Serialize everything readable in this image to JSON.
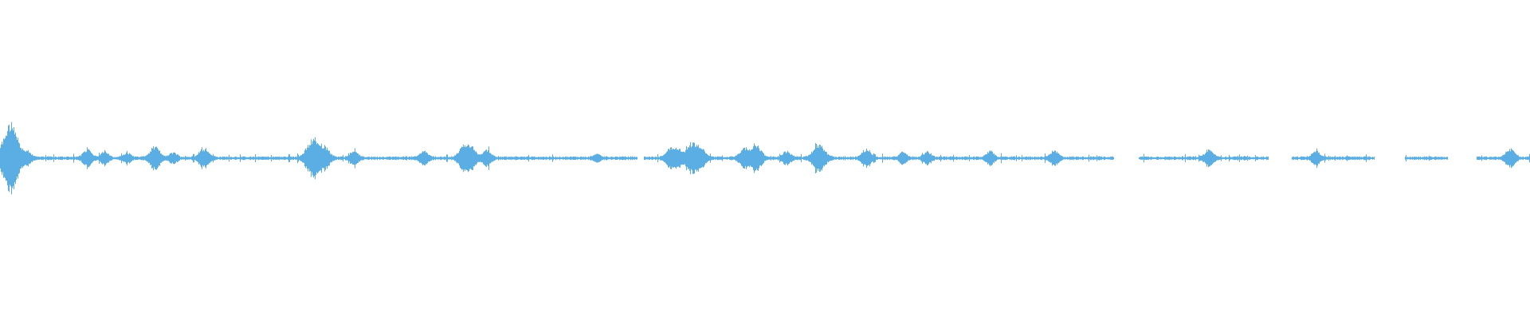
{
  "waveform": {
    "color": "#5aaee3",
    "background": "#ffffff",
    "silent_ranges": [
      [
        0.4165,
        0.4205
      ],
      [
        0.728,
        0.744
      ],
      [
        0.829,
        0.844
      ],
      [
        0.898,
        0.918
      ],
      [
        0.946,
        0.965
      ]
    ],
    "peaks": [
      {
        "t": 0.006,
        "a": 1.0
      },
      {
        "t": 0.0085,
        "a": 0.45
      },
      {
        "t": 0.018,
        "a": 0.22
      },
      {
        "t": 0.057,
        "a": 0.32
      },
      {
        "t": 0.068,
        "a": 0.22
      },
      {
        "t": 0.083,
        "a": 0.18
      },
      {
        "t": 0.101,
        "a": 0.42
      },
      {
        "t": 0.113,
        "a": 0.2
      },
      {
        "t": 0.133,
        "a": 0.38
      },
      {
        "t": 0.205,
        "a": 0.78
      },
      {
        "t": 0.213,
        "a": 0.3
      },
      {
        "t": 0.231,
        "a": 0.26
      },
      {
        "t": 0.277,
        "a": 0.26
      },
      {
        "t": 0.303,
        "a": 0.45
      },
      {
        "t": 0.308,
        "a": 0.35
      },
      {
        "t": 0.318,
        "a": 0.3
      },
      {
        "t": 0.39,
        "a": 0.12
      },
      {
        "t": 0.438,
        "a": 0.35
      },
      {
        "t": 0.443,
        "a": 0.28
      },
      {
        "t": 0.452,
        "a": 0.55
      },
      {
        "t": 0.458,
        "a": 0.3
      },
      {
        "t": 0.486,
        "a": 0.35
      },
      {
        "t": 0.494,
        "a": 0.48
      },
      {
        "t": 0.514,
        "a": 0.25
      },
      {
        "t": 0.535,
        "a": 0.56
      },
      {
        "t": 0.566,
        "a": 0.3
      },
      {
        "t": 0.59,
        "a": 0.2
      },
      {
        "t": 0.606,
        "a": 0.22
      },
      {
        "t": 0.647,
        "a": 0.24
      },
      {
        "t": 0.689,
        "a": 0.26
      },
      {
        "t": 0.79,
        "a": 0.3
      },
      {
        "t": 0.86,
        "a": 0.24
      },
      {
        "t": 0.987,
        "a": 0.35
      }
    ]
  }
}
